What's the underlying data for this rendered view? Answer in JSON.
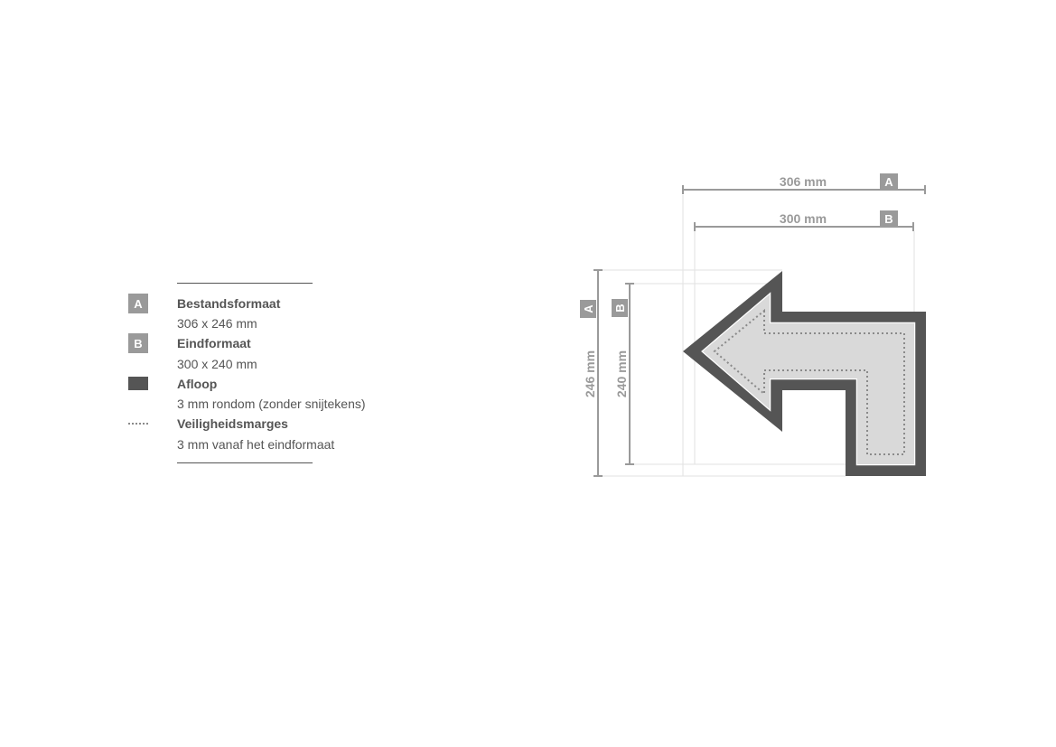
{
  "legend": {
    "items": [
      {
        "badge": "A",
        "title": "Bestandsformaat",
        "desc": "306 x 246 mm"
      },
      {
        "badge": "B",
        "title": "Eindformaat",
        "desc": "300 x 240 mm"
      },
      {
        "title": "Afloop",
        "desc": "3 mm rondom (zonder snijtekens)"
      },
      {
        "title": "Veiligheidsmarges",
        "desc": "3 mm vanaf het eindformaat"
      }
    ]
  },
  "dimensions": {
    "file_width": {
      "label": "306 mm",
      "badge": "A"
    },
    "final_width": {
      "label": "300 mm",
      "badge": "B"
    },
    "file_height": {
      "label": "246 mm",
      "badge": "A"
    },
    "final_height": {
      "label": "240 mm",
      "badge": "B"
    }
  },
  "colors": {
    "bleed": "#555555",
    "fill": "#d9d9d9",
    "dimension": "#9a9a9a"
  }
}
